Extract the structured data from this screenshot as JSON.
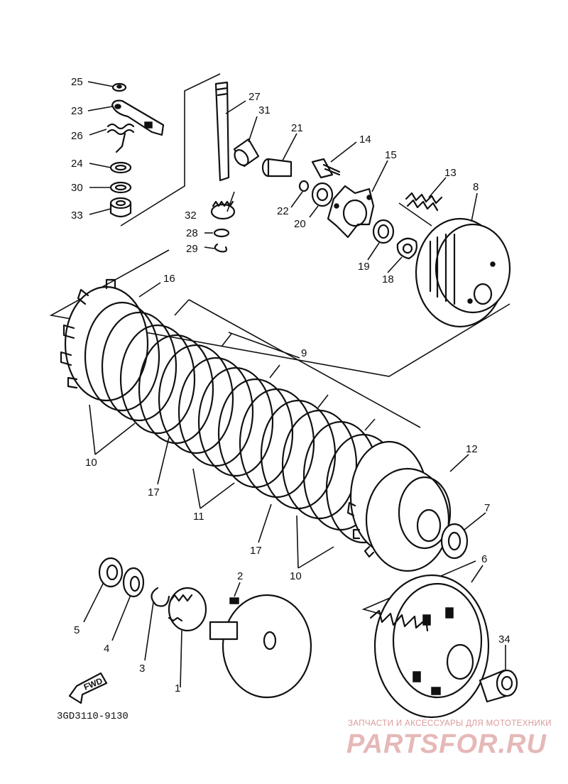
{
  "diagram_code": "3GD3110-9130",
  "fwd_label": "FWD",
  "watermark": {
    "tagline": "ЗАПЧАСТИ И АКСЕССУАРЫ ДЛЯ МОТОТЕХНИКИ",
    "brand": "PARTSFOR.RU"
  },
  "labels": [
    {
      "id": "25",
      "text": "25"
    },
    {
      "id": "23",
      "text": "23"
    },
    {
      "id": "26",
      "text": "26"
    },
    {
      "id": "24",
      "text": "24"
    },
    {
      "id": "30",
      "text": "30"
    },
    {
      "id": "33",
      "text": "33"
    },
    {
      "id": "27",
      "text": "27"
    },
    {
      "id": "31",
      "text": "31"
    },
    {
      "id": "21",
      "text": "21"
    },
    {
      "id": "14",
      "text": "14"
    },
    {
      "id": "15",
      "text": "15"
    },
    {
      "id": "13",
      "text": "13"
    },
    {
      "id": "8",
      "text": "8"
    },
    {
      "id": "22",
      "text": "22"
    },
    {
      "id": "20",
      "text": "20"
    },
    {
      "id": "32",
      "text": "32"
    },
    {
      "id": "28",
      "text": "28"
    },
    {
      "id": "29",
      "text": "29"
    },
    {
      "id": "19",
      "text": "19"
    },
    {
      "id": "18",
      "text": "18"
    },
    {
      "id": "16",
      "text": "16"
    },
    {
      "id": "9",
      "text": "9"
    },
    {
      "id": "10a",
      "text": "10"
    },
    {
      "id": "17a",
      "text": "17"
    },
    {
      "id": "11",
      "text": "11"
    },
    {
      "id": "17b",
      "text": "17"
    },
    {
      "id": "10b",
      "text": "10"
    },
    {
      "id": "12",
      "text": "12"
    },
    {
      "id": "7",
      "text": "7"
    },
    {
      "id": "6",
      "text": "6"
    },
    {
      "id": "34",
      "text": "34"
    },
    {
      "id": "2",
      "text": "2"
    },
    {
      "id": "5",
      "text": "5"
    },
    {
      "id": "4",
      "text": "4"
    },
    {
      "id": "3",
      "text": "3"
    },
    {
      "id": "1",
      "text": "1"
    }
  ]
}
